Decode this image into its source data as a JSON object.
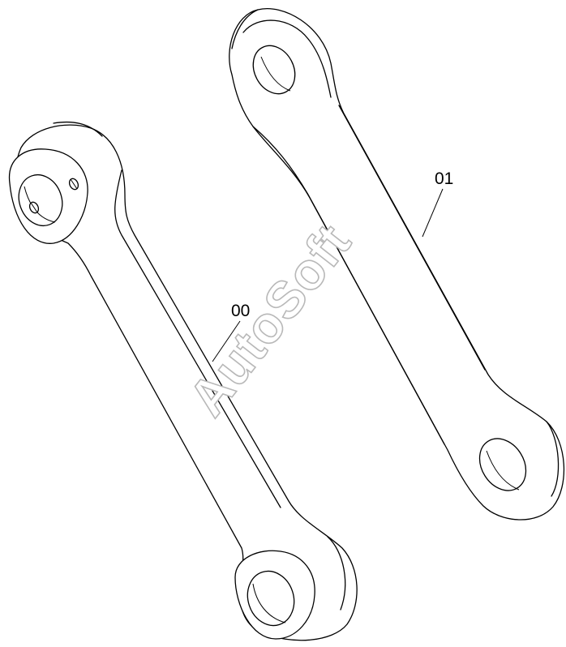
{
  "callouts": [
    {
      "id": "00",
      "label": "00"
    },
    {
      "id": "01",
      "label": "01"
    }
  ],
  "watermark": {
    "text": "AutoSoft",
    "color": "#b8b8b8"
  }
}
